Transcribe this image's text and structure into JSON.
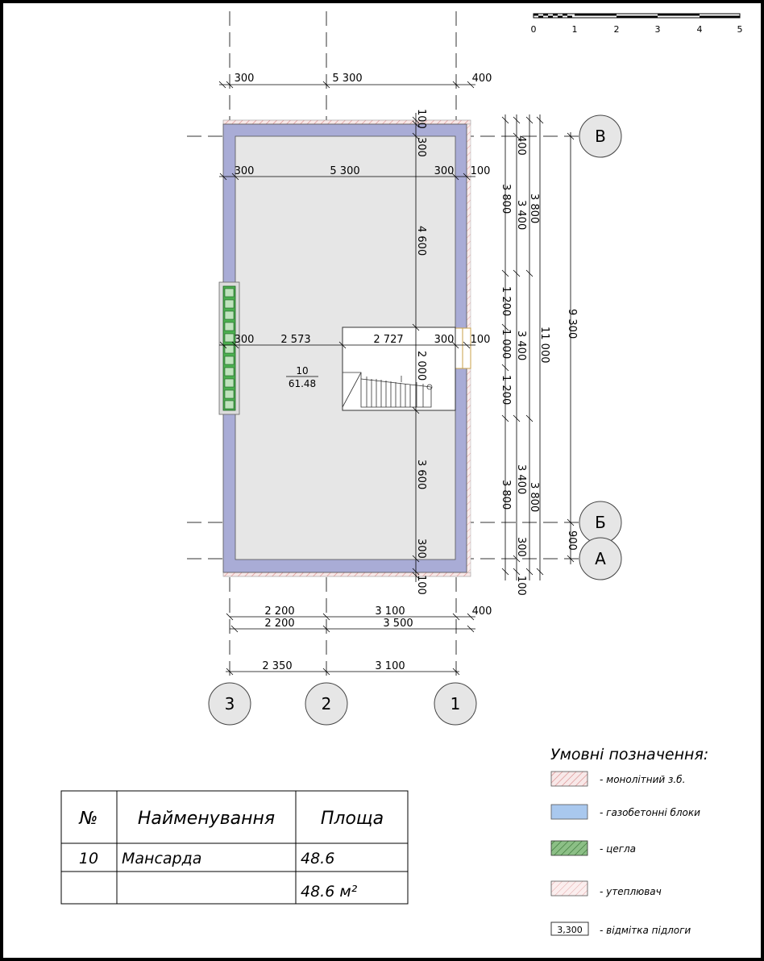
{
  "scale_bar": {
    "ticks": [
      "0",
      "1",
      "2",
      "3",
      "4",
      "5"
    ]
  },
  "axes": {
    "columns": [
      "3",
      "2",
      "1"
    ],
    "rows": [
      "В",
      "Б",
      "А"
    ]
  },
  "room": {
    "number": "10",
    "area": "61.48"
  },
  "dimensions": {
    "top_outer": [
      "300",
      "5 300",
      "400"
    ],
    "top_inner": [
      "300",
      "5 300",
      "300",
      "100"
    ],
    "middle_row": [
      "300",
      "2 573",
      "2 727",
      "300",
      "100"
    ],
    "vertical_inner": [
      "100",
      "300",
      "4 600",
      "2 000",
      "3 600",
      "300",
      "100"
    ],
    "bottom_row1": [
      "2 200",
      "3 100",
      "400"
    ],
    "bottom_row2": [
      "2 200",
      "3 500"
    ],
    "bottom_row3": [
      "2 350",
      "3 100"
    ],
    "right_chain1": [
      "3 800",
      "1 200",
      "1 000",
      "1 200",
      "3 800"
    ],
    "right_chain2": [
      "400",
      "3 400",
      "3 400",
      "3 400",
      "300",
      "100"
    ],
    "right_chain3": [
      "3 800",
      "11 000",
      "3 800"
    ],
    "right_chain4": [
      "9 300",
      "900"
    ]
  },
  "legend": {
    "title": "Умовні позначення:",
    "items": [
      {
        "label": "- монолітний з.б.",
        "kind": "hatch-red"
      },
      {
        "label": "- газобетонні блоки",
        "kind": "blue"
      },
      {
        "label": "- цегла",
        "kind": "hatch-green"
      },
      {
        "label": "- утеплювач",
        "kind": "hatch-pink"
      },
      {
        "label": "- відмітка підлоги",
        "kind": "level",
        "sample": "3,300"
      }
    ]
  },
  "table": {
    "headers": [
      "№",
      "Найменування",
      "Площа"
    ],
    "rows": [
      {
        "num": "10",
        "name": "Мансарда",
        "area": "48.6"
      },
      {
        "num": "",
        "name": "",
        "area": "48.6 м²"
      }
    ]
  },
  "colors": {
    "block_wall": "#a9acd6",
    "floor": "#e6e6e6",
    "brick": "#4caf50",
    "hatch": "#d98a8a"
  }
}
